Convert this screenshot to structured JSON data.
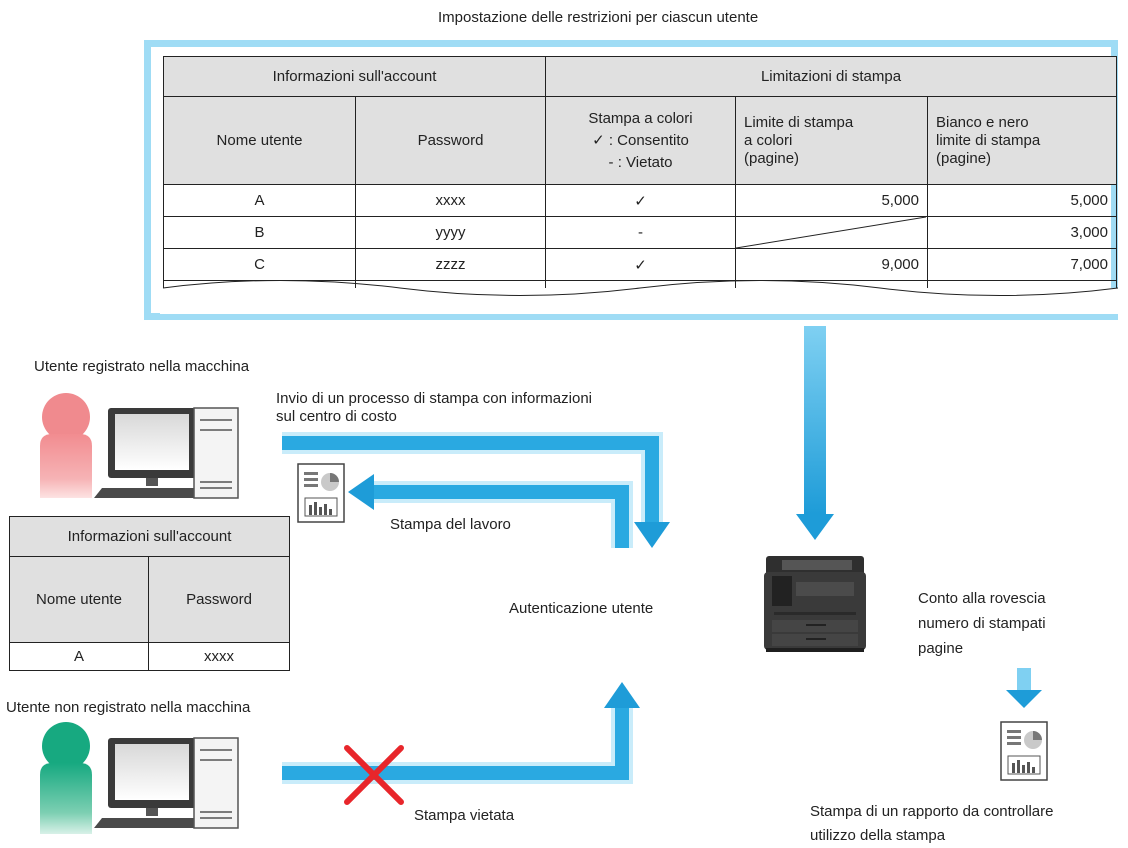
{
  "diagram": {
    "table_title": "Impostazione delle restrizioni per ciascun utente",
    "restrictions_table": {
      "group_account": "Informazioni sull'account",
      "group_limits": "Limitazioni di stampa",
      "col_username": "Nome utente",
      "col_password": "Password",
      "col_color": "Stampa a colori",
      "color_legend_allowed": "✓ : Consentito",
      "color_legend_forbidden": "- : Vietato",
      "col_color_limit": [
        "Limite di stampa",
        "a colori",
        "(pagine)"
      ],
      "col_bw_limit": [
        "Bianco e nero",
        "limite di stampa",
        "(pagine)"
      ],
      "rows": [
        {
          "user": "A",
          "password": "xxxx",
          "color": "✓",
          "color_limit": "5,000",
          "bw_limit": "5,000"
        },
        {
          "user": "B",
          "password": "yyyy",
          "color": "-",
          "color_limit": "",
          "bw_limit": "3,000"
        },
        {
          "user": "C",
          "password": "zzzz",
          "color": "✓",
          "color_limit": "9,000",
          "bw_limit": "7,000"
        }
      ]
    },
    "registered_user_label": "Utente registrato nella macchina",
    "send_job_label": [
      "Invio di un processo di stampa con informazioni",
      "sul centro di costo"
    ],
    "print_job_label": "Stampa del lavoro",
    "account_table": {
      "title": "Informazioni sull'account",
      "col_username": "Nome utente",
      "col_password": "Password",
      "user": "A",
      "password": "xxxx"
    },
    "authentication_label": "Autenticazione utente",
    "countdown_label": [
      "Conto alla rovescia",
      "numero di stampati",
      "pagine"
    ],
    "unregistered_user_label": "Utente non registrato nella macchina",
    "forbidden_label": "Stampa vietata",
    "report_label": [
      "Stampa di un rapporto da controllare",
      "utilizzo della stampa"
    ],
    "colors": {
      "arrow": "#29aae1",
      "arrow_glow": "#bfe8f9",
      "frame": "#9fdcf5",
      "registered_user": "#f08a8e",
      "unregistered_user": "#1fae86",
      "forbidden_cross": "#e8262b",
      "printer": "#3a3a3a"
    },
    "icons": [
      "registered-user-icon",
      "computer-icon",
      "document-icon",
      "printer-icon",
      "unregistered-user-icon",
      "forbidden-cross-icon"
    ]
  }
}
